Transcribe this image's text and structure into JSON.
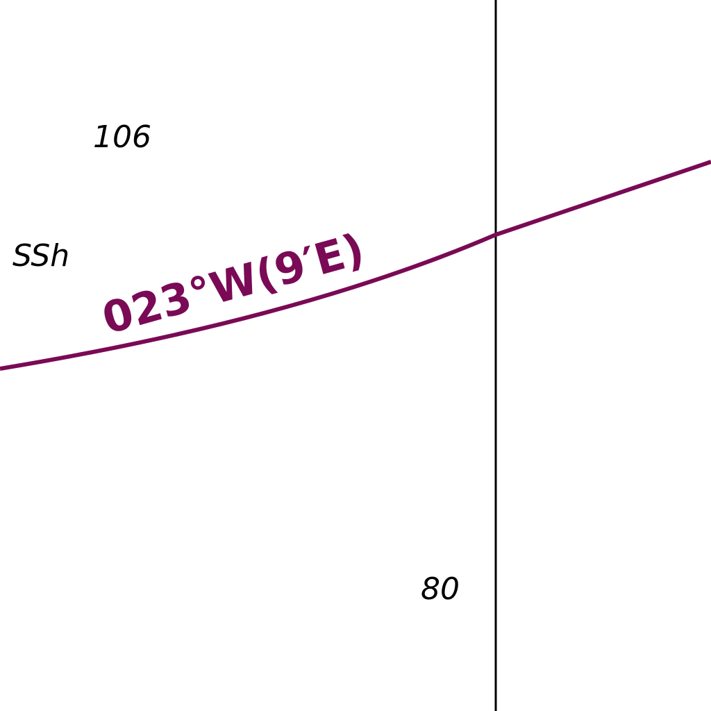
{
  "map": {
    "soundings": [
      {
        "value": "106"
      },
      {
        "value": "80"
      }
    ],
    "seabed_nature": "SSh",
    "isogonic_line": {
      "label": "023°W(9′E)",
      "color": "#7a0a55"
    },
    "meridian_color": "#000000"
  }
}
